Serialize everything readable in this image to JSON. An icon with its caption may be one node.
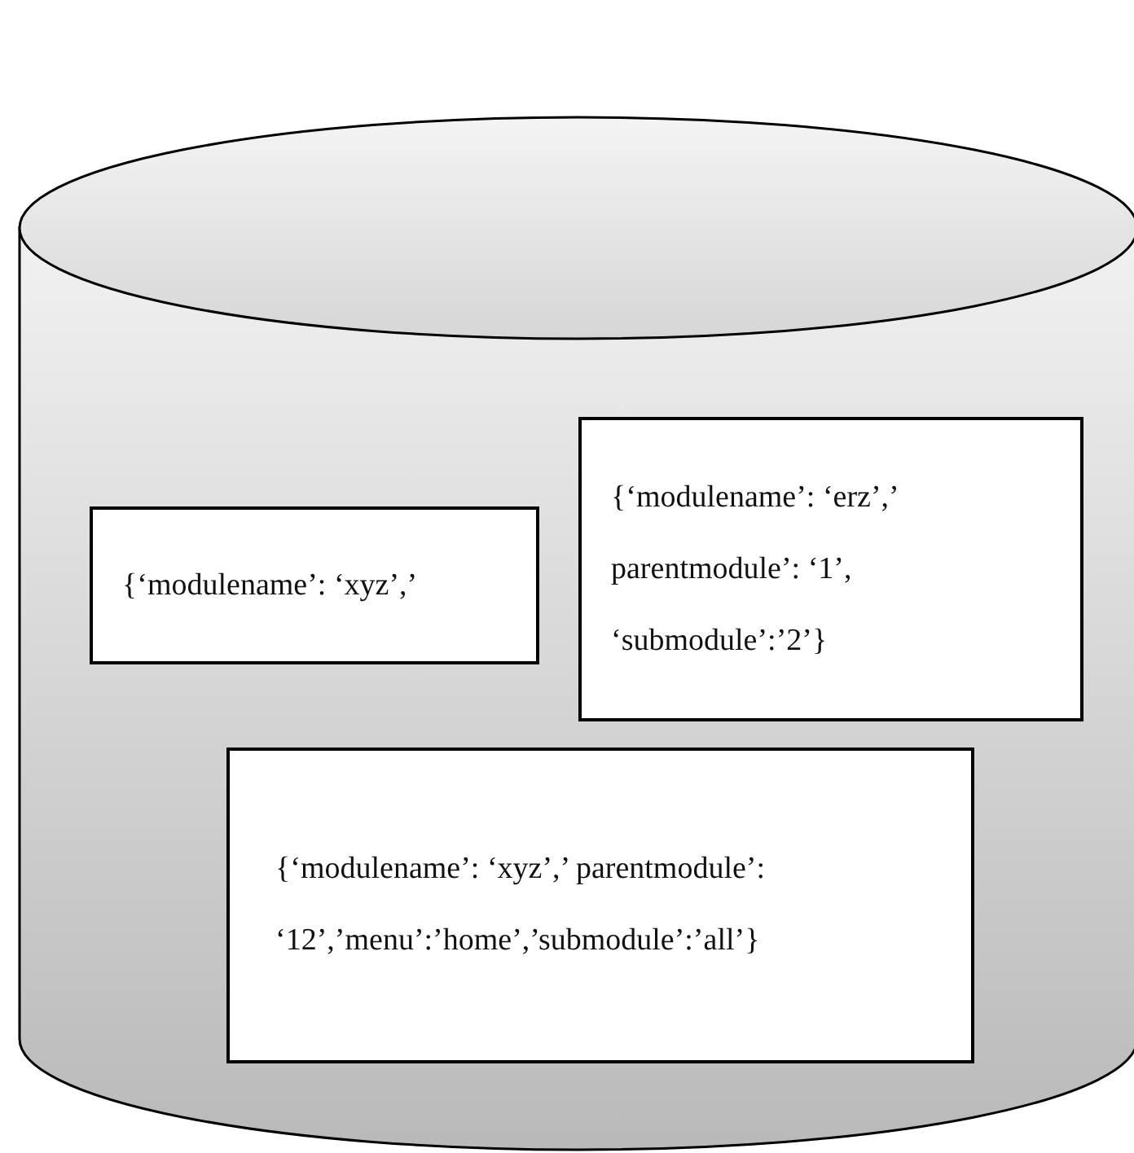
{
  "diagram": {
    "nodes": [
      {
        "text": [],
        "shape": "cylinder"
      },
      {
        "text": [
          "{‘modulename’: ‘xyz’,’"
        ],
        "in": 0
      },
      {
        "text": [
          "{‘modulename’: ‘erz’,’ parentmodule’: ‘1’, ‘submodule’:’2’}"
        ],
        "in": 0
      },
      {
        "text": [
          "{‘modulename’: ‘xyz’,’ parentmodule’: ‘12’,’menu’:’home’,’submodule’:’all’}"
        ],
        "in": 0
      }
    ]
  }
}
